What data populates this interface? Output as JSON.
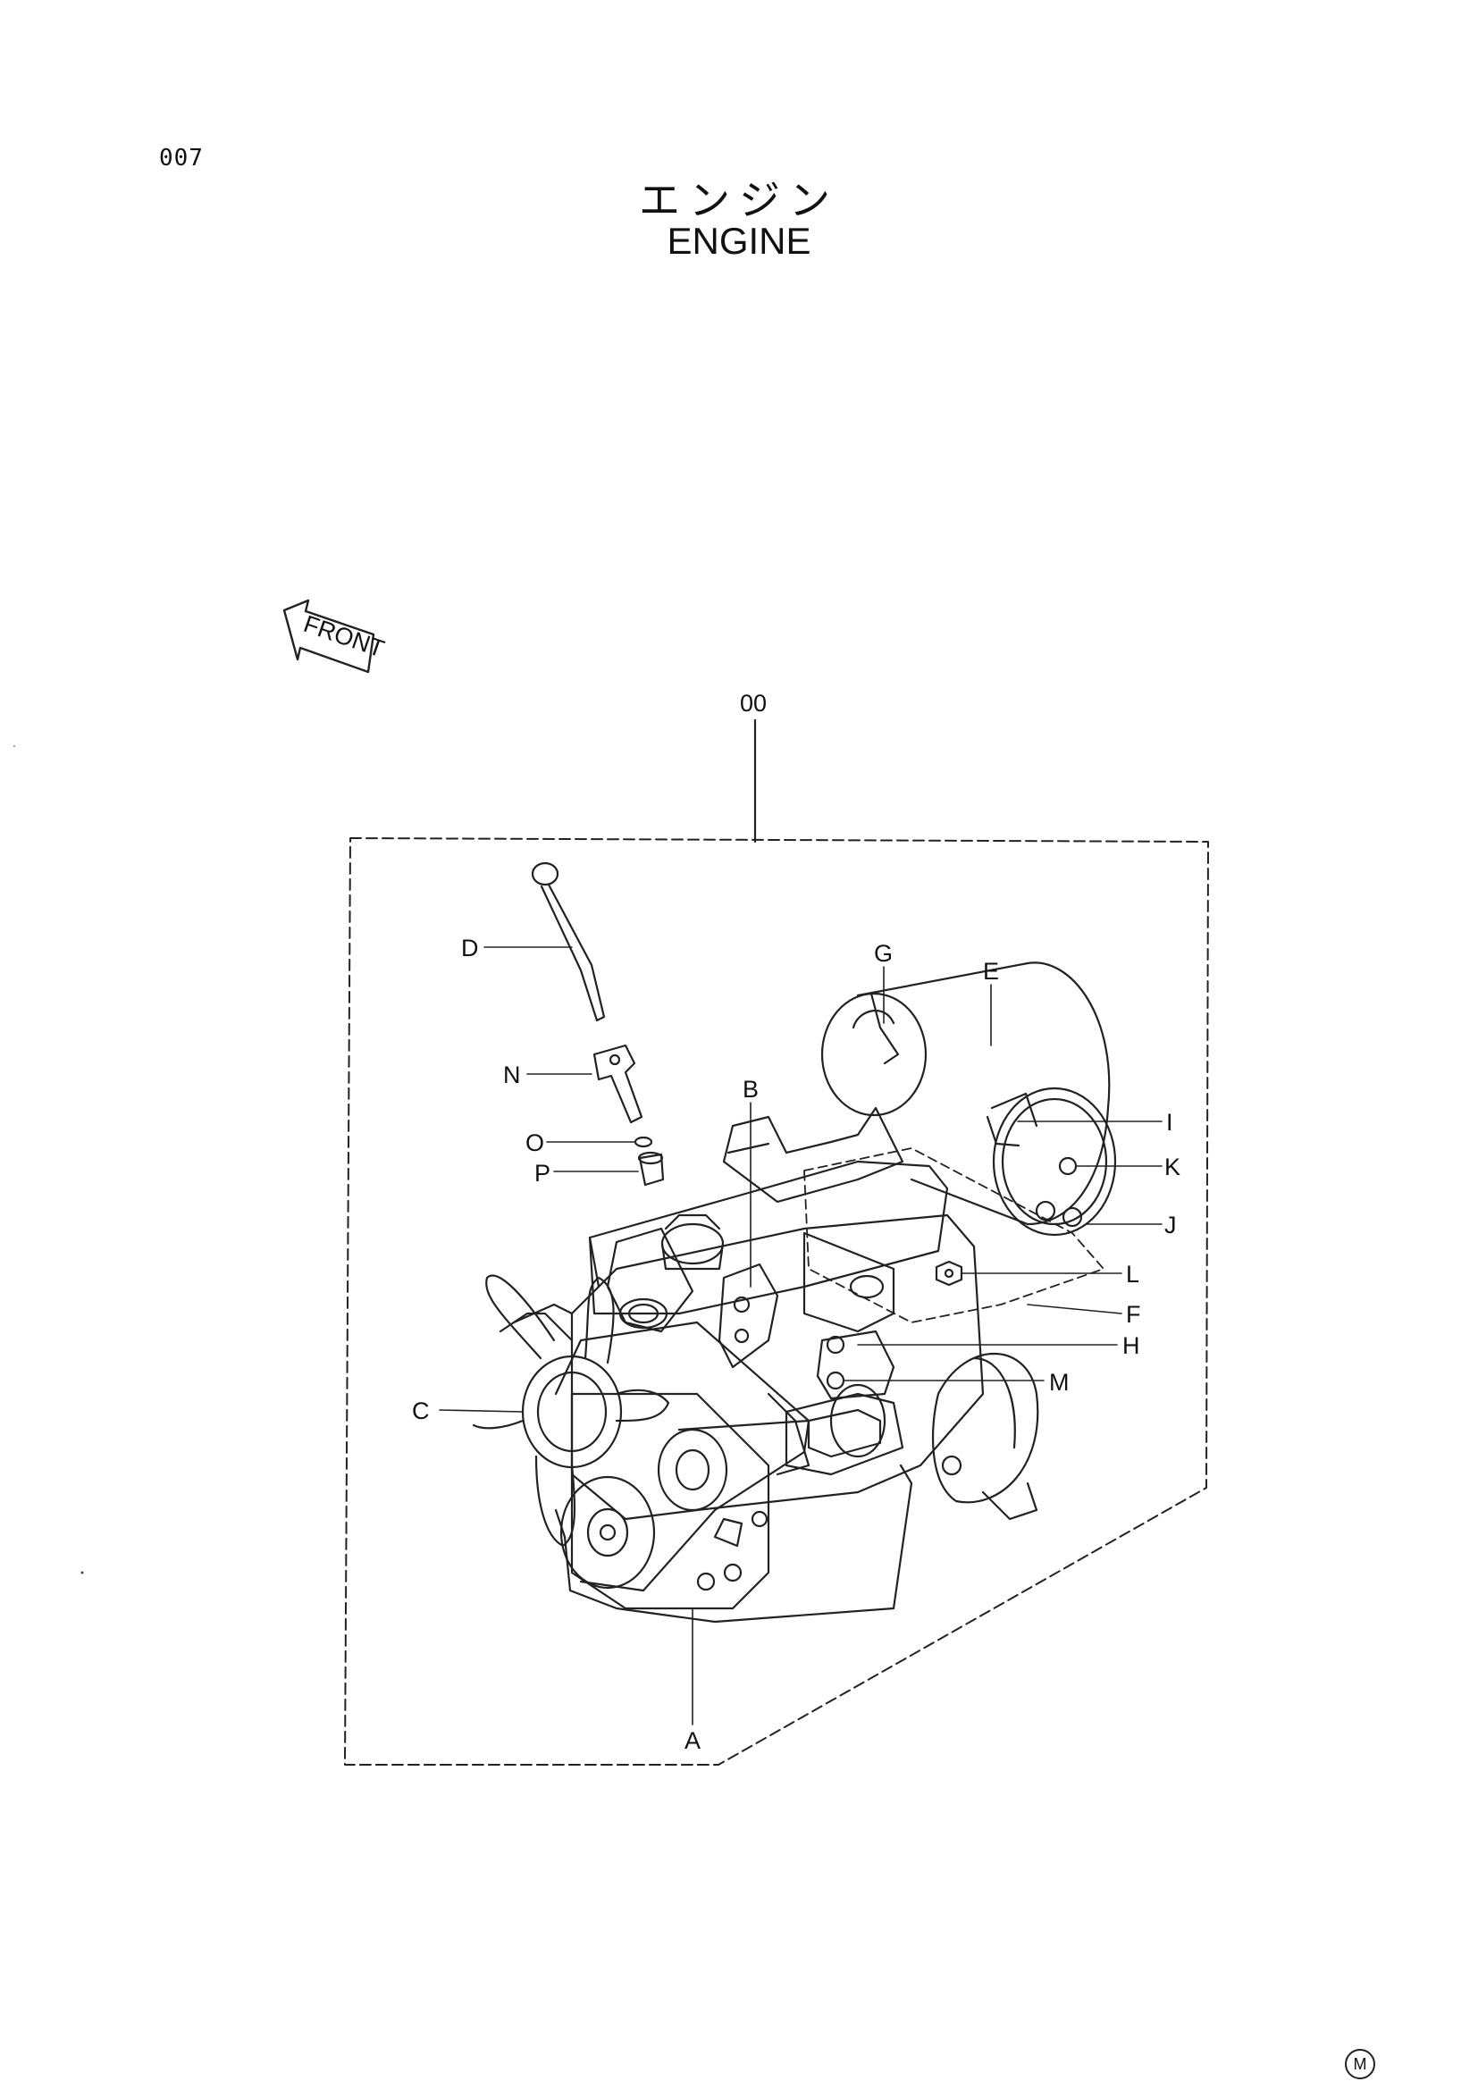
{
  "header": {
    "page_code": "007",
    "title_jp": "エンジン",
    "title_en": "ENGINE"
  },
  "diagram": {
    "direction_label": "FRONT",
    "assembly_ref": "00",
    "callouts": [
      "A",
      "B",
      "C",
      "D",
      "E",
      "F",
      "G",
      "H",
      "I",
      "J",
      "K",
      "L",
      "M",
      "N",
      "O",
      "P"
    ]
  },
  "footer": {
    "marker": "M"
  }
}
